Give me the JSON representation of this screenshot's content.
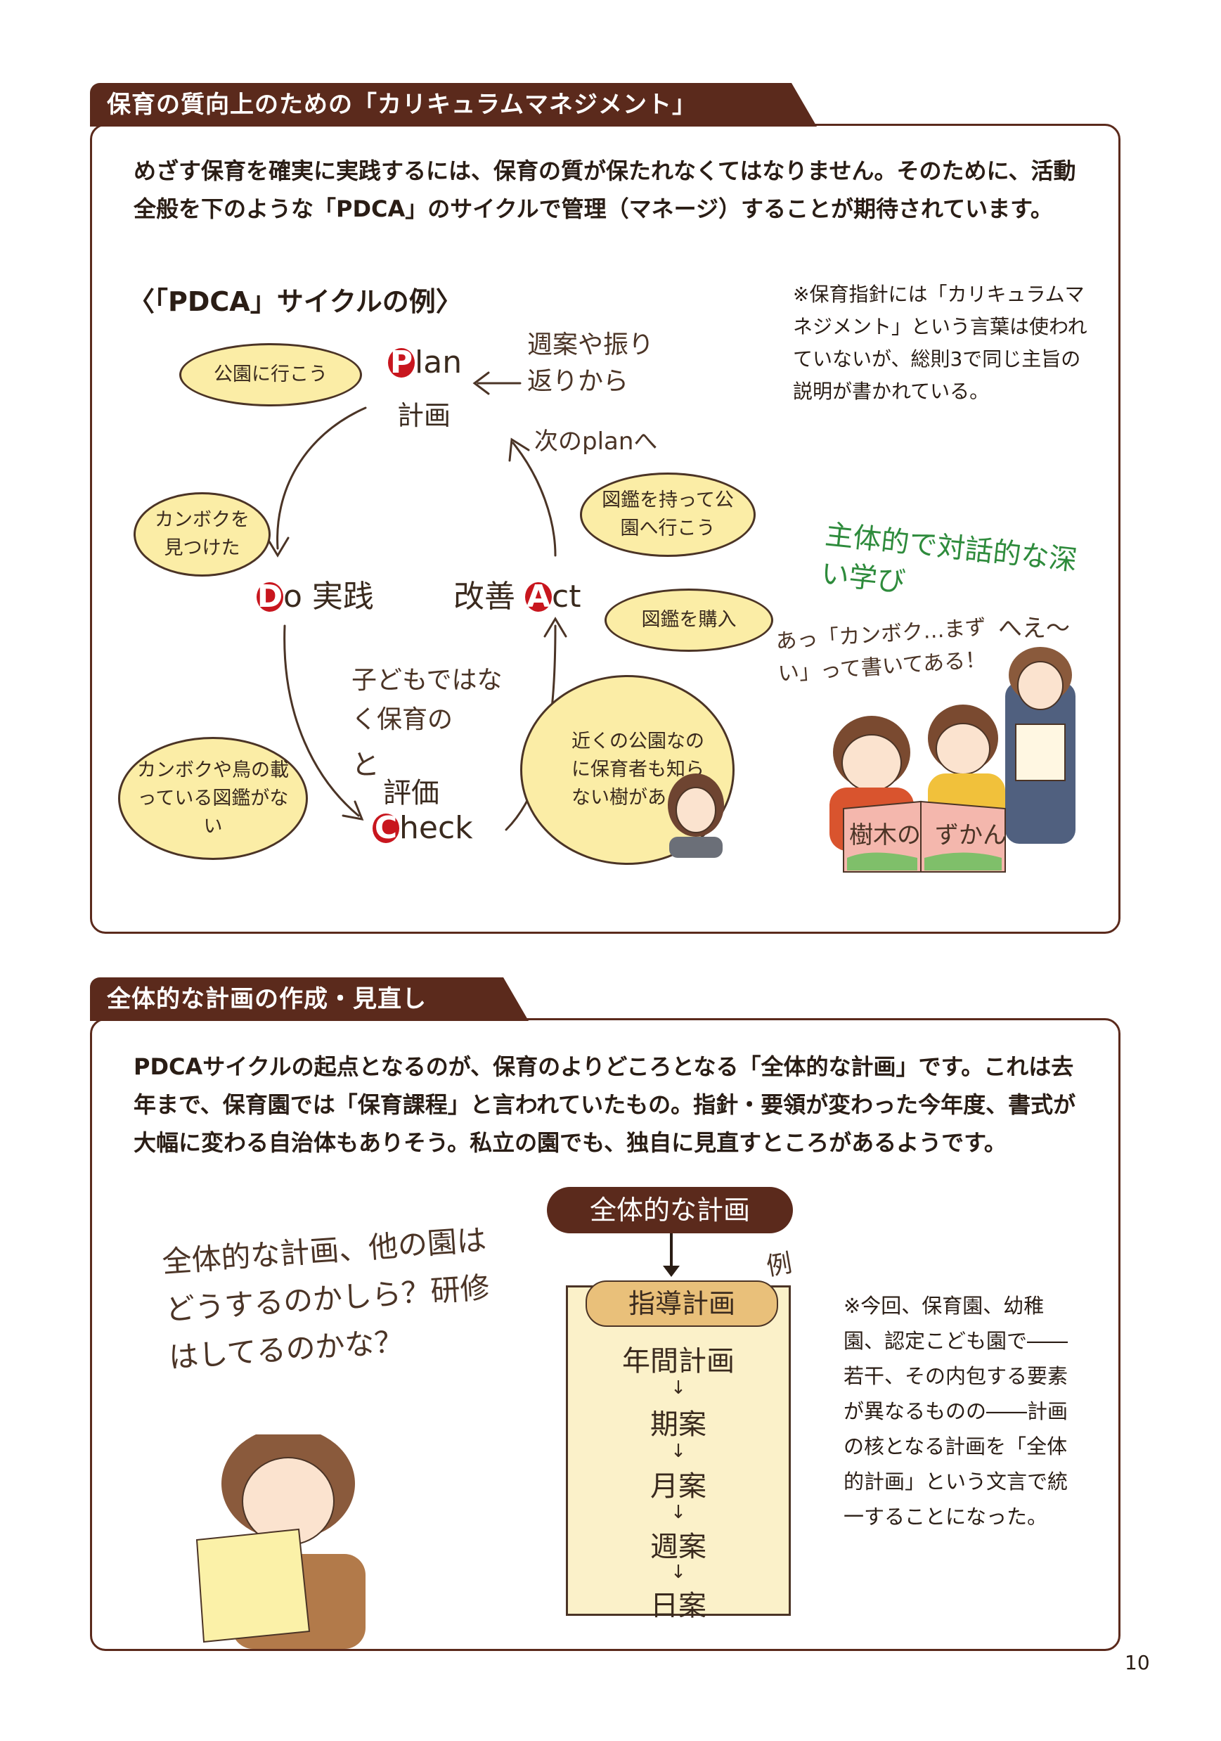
{
  "section1": {
    "title": "保育の質向上のための「カリキュラムマネジメント」",
    "intro": "めざす保育を確実に実践するには、保育の質が保たれなくてはなりません。そのために、活動全般を下のような「PDCA」のサイクルで管理（マネージ）することが期待されています。",
    "cycle_heading": "〈「PDCA」サイクルの例〉",
    "note": "※保育指針には「カリキュラムマネジメント」という言葉は使われていないが、総則3で同じ主旨の説明が書かれている。",
    "plan": {
      "letter": "P",
      "rest": "lan",
      "sub": "計画"
    },
    "do": {
      "letter": "D",
      "rest": "o 実践"
    },
    "check": {
      "letter": "C",
      "rest": "heck",
      "sub": "評価"
    },
    "act": {
      "prefix": "改善",
      "letter": "A",
      "rest": "ct"
    },
    "source_note": "週案や振り返りから",
    "next_plan": "次のplanへ",
    "check_subject": "子どもではなく保育の",
    "check_and": "と",
    "bubbles": {
      "plan": "公園に行こう",
      "do": "カンボクを見つけた",
      "check": "カンボクや鳥の載っている図鑑がない",
      "act": "図鑑を購入",
      "next": "図鑑を持って公園へ行こう",
      "teacher": "近くの公園なのに保育者も知らない樹があった"
    },
    "deep_learning": "主体的で対話的な深い学び",
    "kids_speech": "あっ「カンボク…まずい」って書いてある！",
    "teacher_speech": "へえ〜",
    "book_label_1": "樹木の",
    "book_label_2": "ずかん"
  },
  "section2": {
    "title": "全体的な計画の作成・見直し",
    "intro": "PDCAサイクルの起点となるのが、保育のよりどころとなる「全体的な計画」です。これは去年まで、保育園では「保育課程」と言われていたもの。指針・要領が変わった今年度、書式が大幅に変わる自治体もありそう。私立の園でも、独自に見直すところがあるようです。",
    "thought": "全体的な計画、他の園はどうするのかしら？研修はしてるのかな？",
    "overall_plan": "全体的な計画",
    "example": "例",
    "guidance_plan": "指導計画",
    "plans": [
      "年間計画",
      "期案",
      "月案",
      "週案",
      "日案"
    ],
    "arrow": "↓",
    "note": "※今回、保育園、幼稚園、認定こども園で――若干、その内包する要素が異なるものの――計画の核となる計画を「全体的計画」という文言で統一することになった。"
  },
  "page_number": "10",
  "colors": {
    "brand": "#5b2a1c",
    "bubble": "#fbeda6",
    "accent_red": "#c8161e"
  }
}
